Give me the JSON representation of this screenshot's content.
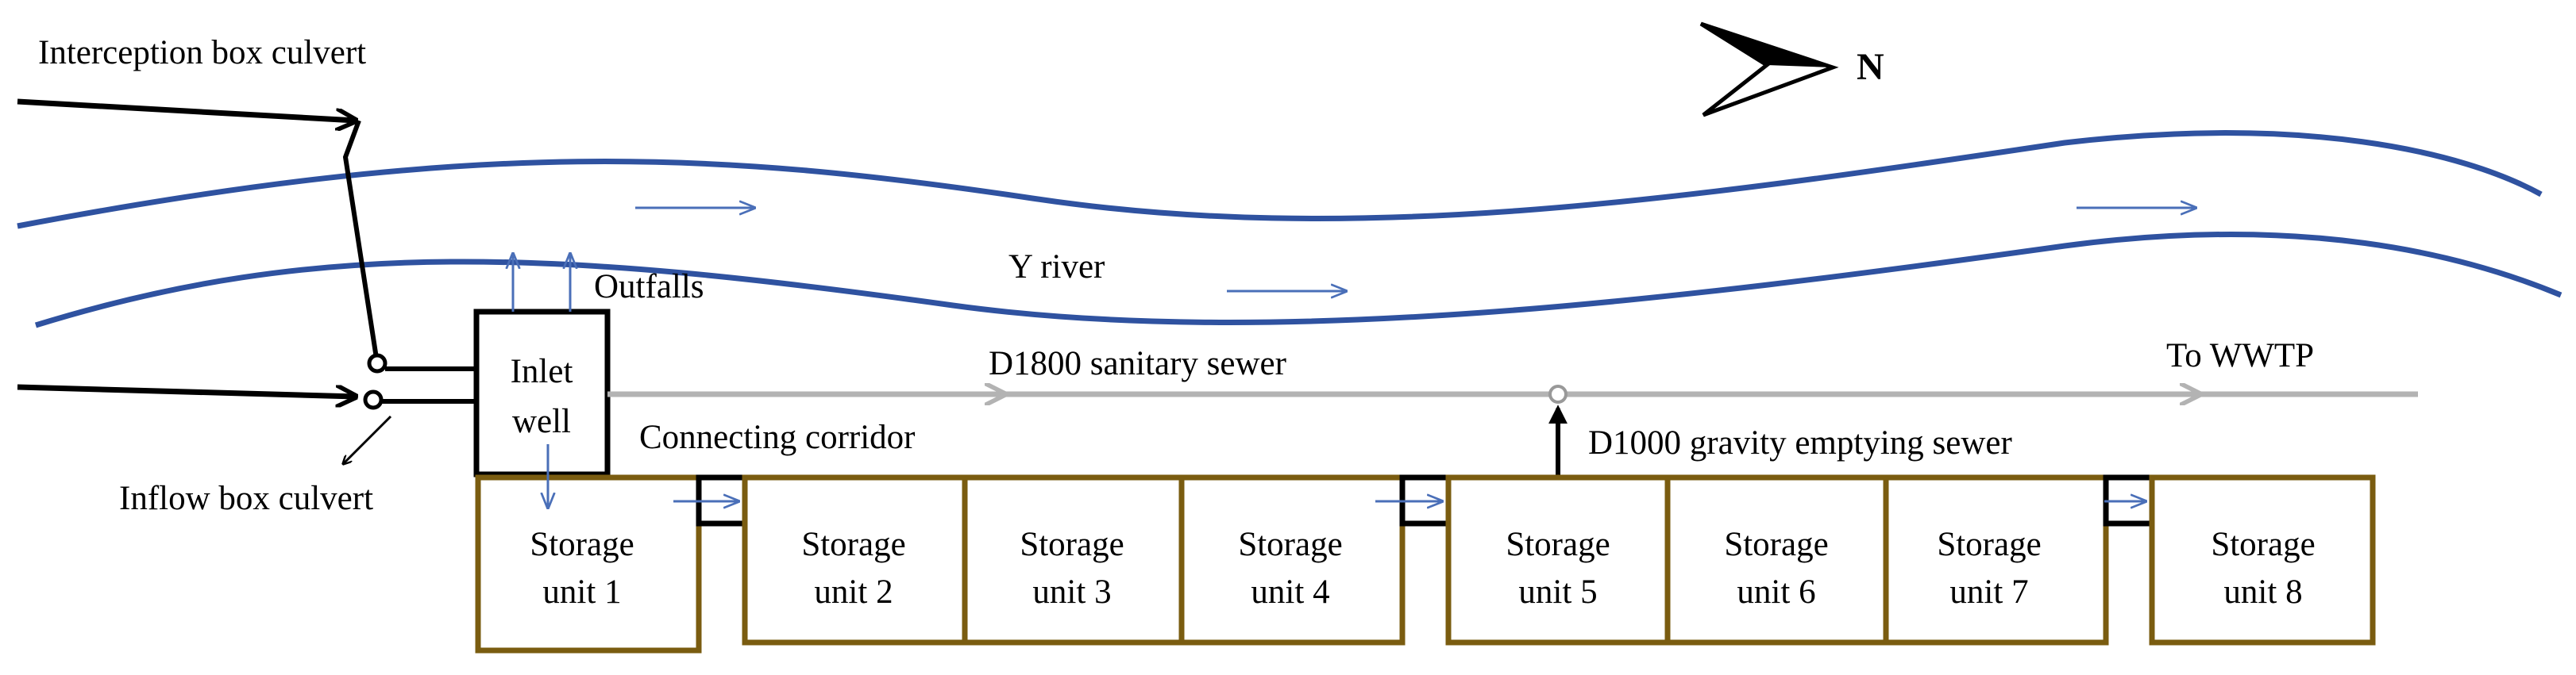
{
  "labels": {
    "interception_culvert": "Interception box culvert",
    "inflow_culvert": "Inflow box culvert",
    "outfalls": "Outfalls",
    "river": "Y river",
    "inlet_well_line1": "Inlet",
    "inlet_well_line2": "well",
    "sanitary_sewer": "D1800 sanitary sewer",
    "to_wwtp": "To WWTP",
    "connecting_corridor": "Connecting corridor",
    "emptying_sewer": "D1000 gravity emptying sewer",
    "north": "N"
  },
  "storage_units": [
    {
      "line1": "Storage",
      "line2": "unit 1"
    },
    {
      "line1": "Storage",
      "line2": "unit 2"
    },
    {
      "line1": "Storage",
      "line2": "unit 3"
    },
    {
      "line1": "Storage",
      "line2": "unit 4"
    },
    {
      "line1": "Storage",
      "line2": "unit 5"
    },
    {
      "line1": "Storage",
      "line2": "unit 6"
    },
    {
      "line1": "Storage",
      "line2": "unit 7"
    },
    {
      "line1": "Storage",
      "line2": "unit 8"
    }
  ],
  "colors": {
    "river": "#2f52a0",
    "flow_arrow": "#4a6fb8",
    "sewer": "#b3b3b3",
    "storage_border": "#7a5c10",
    "culvert": "#000000"
  }
}
